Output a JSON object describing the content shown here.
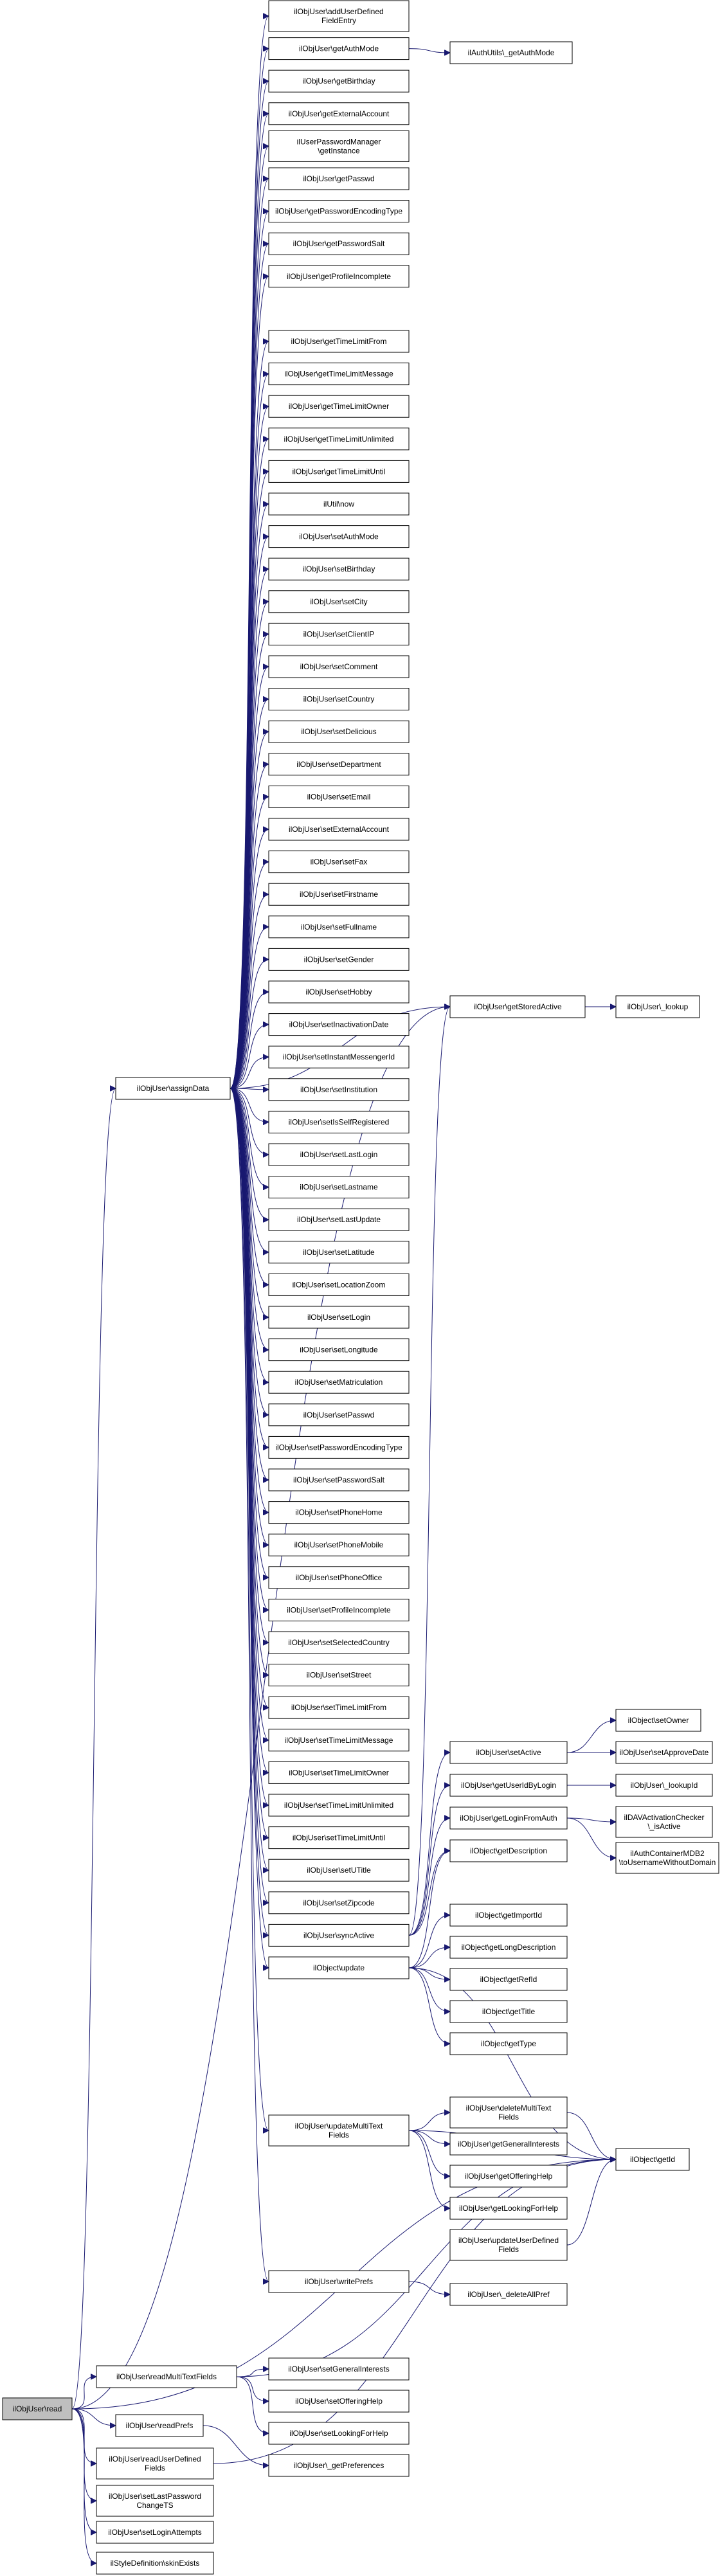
{
  "graph": {
    "nodes": [
      {
        "id": "read",
        "lines": [
          "ilObjUser\\read"
        ],
        "root": true
      },
      {
        "id": "assignData",
        "lines": [
          "ilObjUser\\assignData"
        ]
      },
      {
        "id": "addUserDefinedFieldEntry",
        "lines": [
          "ilObjUser\\addUserDefined",
          "FieldEntry"
        ]
      },
      {
        "id": "getAuthMode",
        "lines": [
          "ilObjUser\\getAuthMode"
        ]
      },
      {
        "id": "authUtils_getAuthMode",
        "lines": [
          "ilAuthUtils\\_getAuthMode"
        ]
      },
      {
        "id": "getBirthday",
        "lines": [
          "ilObjUser\\getBirthday"
        ]
      },
      {
        "id": "getExternalAccount",
        "lines": [
          "ilObjUser\\getExternalAccount"
        ]
      },
      {
        "id": "pwManagerGetInstance",
        "lines": [
          "ilUserPasswordManager",
          "\\getInstance"
        ]
      },
      {
        "id": "getPasswd",
        "lines": [
          "ilObjUser\\getPasswd"
        ]
      },
      {
        "id": "getPasswordEncodingType",
        "lines": [
          "ilObjUser\\getPasswordEncodingType"
        ]
      },
      {
        "id": "getPasswordSalt",
        "lines": [
          "ilObjUser\\getPasswordSalt"
        ]
      },
      {
        "id": "getProfileIncomplete",
        "lines": [
          "ilObjUser\\getProfileIncomplete"
        ]
      },
      {
        "id": "getTimeLimitFrom",
        "lines": [
          "ilObjUser\\getTimeLimitFrom"
        ]
      },
      {
        "id": "getTimeLimitMessage",
        "lines": [
          "ilObjUser\\getTimeLimitMessage"
        ]
      },
      {
        "id": "getTimeLimitOwner",
        "lines": [
          "ilObjUser\\getTimeLimitOwner"
        ]
      },
      {
        "id": "getTimeLimitUnlimited",
        "lines": [
          "ilObjUser\\getTimeLimitUnlimited"
        ]
      },
      {
        "id": "getTimeLimitUntil",
        "lines": [
          "ilObjUser\\getTimeLimitUntil"
        ]
      },
      {
        "id": "utilNow",
        "lines": [
          "ilUtil\\now"
        ]
      },
      {
        "id": "setAuthMode",
        "lines": [
          "ilObjUser\\setAuthMode"
        ]
      },
      {
        "id": "setBirthday",
        "lines": [
          "ilObjUser\\setBirthday"
        ]
      },
      {
        "id": "setCity",
        "lines": [
          "ilObjUser\\setCity"
        ]
      },
      {
        "id": "setClientIP",
        "lines": [
          "ilObjUser\\setClientIP"
        ]
      },
      {
        "id": "setComment",
        "lines": [
          "ilObjUser\\setComment"
        ]
      },
      {
        "id": "setCountry",
        "lines": [
          "ilObjUser\\setCountry"
        ]
      },
      {
        "id": "setDelicious",
        "lines": [
          "ilObjUser\\setDelicious"
        ]
      },
      {
        "id": "setDepartment",
        "lines": [
          "ilObjUser\\setDepartment"
        ]
      },
      {
        "id": "setEmail",
        "lines": [
          "ilObjUser\\setEmail"
        ]
      },
      {
        "id": "setExternalAccount",
        "lines": [
          "ilObjUser\\setExternalAccount"
        ]
      },
      {
        "id": "setFax",
        "lines": [
          "ilObjUser\\setFax"
        ]
      },
      {
        "id": "setFirstname",
        "lines": [
          "ilObjUser\\setFirstname"
        ]
      },
      {
        "id": "setFullname",
        "lines": [
          "ilObjUser\\setFullname"
        ]
      },
      {
        "id": "setGender",
        "lines": [
          "ilObjUser\\setGender"
        ]
      },
      {
        "id": "setHobby",
        "lines": [
          "ilObjUser\\setHobby"
        ]
      },
      {
        "id": "setInactivationDate",
        "lines": [
          "ilObjUser\\setInactivationDate"
        ]
      },
      {
        "id": "setInstantMessengerId",
        "lines": [
          "ilObjUser\\setInstantMessengerId"
        ]
      },
      {
        "id": "setInstitution",
        "lines": [
          "ilObjUser\\setInstitution"
        ]
      },
      {
        "id": "setIsSelfRegistered",
        "lines": [
          "ilObjUser\\setIsSelfRegistered"
        ]
      },
      {
        "id": "setLastLogin",
        "lines": [
          "ilObjUser\\setLastLogin"
        ]
      },
      {
        "id": "setLastname",
        "lines": [
          "ilObjUser\\setLastname"
        ]
      },
      {
        "id": "setLastUpdate",
        "lines": [
          "ilObjUser\\setLastUpdate"
        ]
      },
      {
        "id": "setLatitude",
        "lines": [
          "ilObjUser\\setLatitude"
        ]
      },
      {
        "id": "setLocationZoom",
        "lines": [
          "ilObjUser\\setLocationZoom"
        ]
      },
      {
        "id": "setLogin",
        "lines": [
          "ilObjUser\\setLogin"
        ]
      },
      {
        "id": "setLongitude",
        "lines": [
          "ilObjUser\\setLongitude"
        ]
      },
      {
        "id": "setMatriculation",
        "lines": [
          "ilObjUser\\setMatriculation"
        ]
      },
      {
        "id": "setPasswd",
        "lines": [
          "ilObjUser\\setPasswd"
        ]
      },
      {
        "id": "setPasswordEncodingType",
        "lines": [
          "ilObjUser\\setPasswordEncodingType"
        ]
      },
      {
        "id": "setPasswordSalt",
        "lines": [
          "ilObjUser\\setPasswordSalt"
        ]
      },
      {
        "id": "setPhoneHome",
        "lines": [
          "ilObjUser\\setPhoneHome"
        ]
      },
      {
        "id": "setPhoneMobile",
        "lines": [
          "ilObjUser\\setPhoneMobile"
        ]
      },
      {
        "id": "setPhoneOffice",
        "lines": [
          "ilObjUser\\setPhoneOffice"
        ]
      },
      {
        "id": "setProfileIncomplete",
        "lines": [
          "ilObjUser\\setProfileIncomplete"
        ]
      },
      {
        "id": "setSelectedCountry",
        "lines": [
          "ilObjUser\\setSelectedCountry"
        ]
      },
      {
        "id": "setStreet",
        "lines": [
          "ilObjUser\\setStreet"
        ]
      },
      {
        "id": "setTimeLimitFrom",
        "lines": [
          "ilObjUser\\setTimeLimitFrom"
        ]
      },
      {
        "id": "setTimeLimitMessage",
        "lines": [
          "ilObjUser\\setTimeLimitMessage"
        ]
      },
      {
        "id": "setTimeLimitOwner",
        "lines": [
          "ilObjUser\\setTimeLimitOwner"
        ]
      },
      {
        "id": "setTimeLimitUnlimited",
        "lines": [
          "ilObjUser\\setTimeLimitUnlimited"
        ]
      },
      {
        "id": "setTimeLimitUntil",
        "lines": [
          "ilObjUser\\setTimeLimitUntil"
        ]
      },
      {
        "id": "setUTitle",
        "lines": [
          "ilObjUser\\setUTitle"
        ]
      },
      {
        "id": "setZipcode",
        "lines": [
          "ilObjUser\\setZipcode"
        ]
      },
      {
        "id": "syncActive",
        "lines": [
          "ilObjUser\\syncActive"
        ]
      },
      {
        "id": "objUpdate",
        "lines": [
          "ilObject\\update"
        ]
      },
      {
        "id": "updateMultiTextFields",
        "lines": [
          "ilObjUser\\updateMultiText",
          "Fields"
        ]
      },
      {
        "id": "writePrefs",
        "lines": [
          "ilObjUser\\writePrefs"
        ]
      },
      {
        "id": "getStoredActive",
        "lines": [
          "ilObjUser\\getStoredActive"
        ]
      },
      {
        "id": "_lookup",
        "lines": [
          "ilObjUser\\_lookup"
        ]
      },
      {
        "id": "setActive",
        "lines": [
          "ilObjUser\\setActive"
        ]
      },
      {
        "id": "setOwner",
        "lines": [
          "ilObject\\setOwner"
        ]
      },
      {
        "id": "setApproveDate",
        "lines": [
          "ilObjUser\\setApproveDate"
        ]
      },
      {
        "id": "getUserIdByLogin",
        "lines": [
          "ilObjUser\\getUserIdByLogin"
        ]
      },
      {
        "id": "_lookupId",
        "lines": [
          "ilObjUser\\_lookupId"
        ]
      },
      {
        "id": "getLoginFromAuth",
        "lines": [
          "ilObjUser\\getLoginFromAuth"
        ]
      },
      {
        "id": "davIsActive",
        "lines": [
          "ilDAVActivationChecker",
          "\\_isActive"
        ]
      },
      {
        "id": "toUsernameWithoutDomain",
        "lines": [
          "ilAuthContainerMDB2",
          "\\toUsernameWithoutDomain"
        ]
      },
      {
        "id": "getDescription",
        "lines": [
          "ilObject\\getDescription"
        ]
      },
      {
        "id": "getImportId",
        "lines": [
          "ilObject\\getImportId"
        ]
      },
      {
        "id": "getLongDescription",
        "lines": [
          "ilObject\\getLongDescription"
        ]
      },
      {
        "id": "getRefId",
        "lines": [
          "ilObject\\getRefId"
        ]
      },
      {
        "id": "getTitle",
        "lines": [
          "ilObject\\getTitle"
        ]
      },
      {
        "id": "getType",
        "lines": [
          "ilObject\\getType"
        ]
      },
      {
        "id": "deleteMultiTextFields",
        "lines": [
          "ilObjUser\\deleteMultiText",
          "Fields"
        ]
      },
      {
        "id": "getGeneralInterests",
        "lines": [
          "ilObjUser\\getGeneralInterests"
        ]
      },
      {
        "id": "getOfferingHelp",
        "lines": [
          "ilObjUser\\getOfferingHelp"
        ]
      },
      {
        "id": "getLookingForHelp",
        "lines": [
          "ilObjUser\\getLookingForHelp"
        ]
      },
      {
        "id": "updateUserDefinedFields",
        "lines": [
          "ilObjUser\\updateUserDefined",
          "Fields"
        ]
      },
      {
        "id": "getId",
        "lines": [
          "ilObject\\getId"
        ]
      },
      {
        "id": "_deleteAllPref",
        "lines": [
          "ilObjUser\\_deleteAllPref"
        ]
      },
      {
        "id": "readMultiTextFields",
        "lines": [
          "ilObjUser\\readMultiTextFields"
        ]
      },
      {
        "id": "setGeneralInterests",
        "lines": [
          "ilObjUser\\setGeneralInterests"
        ]
      },
      {
        "id": "setOfferingHelp",
        "lines": [
          "ilObjUser\\setOfferingHelp"
        ]
      },
      {
        "id": "setLookingForHelp",
        "lines": [
          "ilObjUser\\setLookingForHelp"
        ]
      },
      {
        "id": "readPrefs",
        "lines": [
          "ilObjUser\\readPrefs"
        ]
      },
      {
        "id": "_getPreferences",
        "lines": [
          "ilObjUser\\_getPreferences"
        ]
      },
      {
        "id": "readUserDefinedFields",
        "lines": [
          "ilObjUser\\readUserDefined",
          "Fields"
        ]
      },
      {
        "id": "setLastPasswordChangeTS",
        "lines": [
          "ilObjUser\\setLastPassword",
          "ChangeTS"
        ]
      },
      {
        "id": "setLoginAttempts",
        "lines": [
          "ilObjUser\\setLoginAttempts"
        ]
      },
      {
        "id": "skinExists",
        "lines": [
          "ilStyleDefinition\\skinExists"
        ]
      }
    ],
    "edges": [
      [
        "read",
        "assignData"
      ],
      [
        "read",
        "readMultiTextFields"
      ],
      [
        "read",
        "readPrefs"
      ],
      [
        "read",
        "readUserDefinedFields"
      ],
      [
        "read",
        "setLastPasswordChangeTS"
      ],
      [
        "read",
        "setLoginAttempts"
      ],
      [
        "read",
        "skinExists"
      ],
      [
        "read",
        "getId"
      ],
      [
        "read",
        "getStoredActive"
      ],
      [
        "assignData",
        "addUserDefinedFieldEntry"
      ],
      [
        "assignData",
        "getAuthMode"
      ],
      [
        "assignData",
        "getBirthday"
      ],
      [
        "assignData",
        "getExternalAccount"
      ],
      [
        "assignData",
        "pwManagerGetInstance"
      ],
      [
        "assignData",
        "getPasswd"
      ],
      [
        "assignData",
        "getPasswordEncodingType"
      ],
      [
        "assignData",
        "getPasswordSalt"
      ],
      [
        "assignData",
        "getProfileIncomplete"
      ],
      [
        "assignData",
        "getStoredActive"
      ],
      [
        "assignData",
        "getTimeLimitFrom"
      ],
      [
        "assignData",
        "getTimeLimitMessage"
      ],
      [
        "assignData",
        "getTimeLimitOwner"
      ],
      [
        "assignData",
        "getTimeLimitUnlimited"
      ],
      [
        "assignData",
        "getTimeLimitUntil"
      ],
      [
        "assignData",
        "utilNow"
      ],
      [
        "assignData",
        "setAuthMode"
      ],
      [
        "assignData",
        "setBirthday"
      ],
      [
        "assignData",
        "setCity"
      ],
      [
        "assignData",
        "setClientIP"
      ],
      [
        "assignData",
        "setComment"
      ],
      [
        "assignData",
        "setCountry"
      ],
      [
        "assignData",
        "setDelicious"
      ],
      [
        "assignData",
        "setDepartment"
      ],
      [
        "assignData",
        "setEmail"
      ],
      [
        "assignData",
        "setExternalAccount"
      ],
      [
        "assignData",
        "setFax"
      ],
      [
        "assignData",
        "setFirstname"
      ],
      [
        "assignData",
        "setFullname"
      ],
      [
        "assignData",
        "setGender"
      ],
      [
        "assignData",
        "setHobby"
      ],
      [
        "assignData",
        "setInactivationDate"
      ],
      [
        "assignData",
        "setInstantMessengerId"
      ],
      [
        "assignData",
        "setInstitution"
      ],
      [
        "assignData",
        "setIsSelfRegistered"
      ],
      [
        "assignData",
        "setLastLogin"
      ],
      [
        "assignData",
        "setLastname"
      ],
      [
        "assignData",
        "setLastUpdate"
      ],
      [
        "assignData",
        "setLatitude"
      ],
      [
        "assignData",
        "setLocationZoom"
      ],
      [
        "assignData",
        "setLogin"
      ],
      [
        "assignData",
        "setLongitude"
      ],
      [
        "assignData",
        "setMatriculation"
      ],
      [
        "assignData",
        "setPasswd"
      ],
      [
        "assignData",
        "setPasswordEncodingType"
      ],
      [
        "assignData",
        "setPasswordSalt"
      ],
      [
        "assignData",
        "setPhoneHome"
      ],
      [
        "assignData",
        "setPhoneMobile"
      ],
      [
        "assignData",
        "setPhoneOffice"
      ],
      [
        "assignData",
        "setProfileIncomplete"
      ],
      [
        "assignData",
        "setSelectedCountry"
      ],
      [
        "assignData",
        "setStreet"
      ],
      [
        "assignData",
        "setTimeLimitFrom"
      ],
      [
        "assignData",
        "setTimeLimitMessage"
      ],
      [
        "assignData",
        "setTimeLimitOwner"
      ],
      [
        "assignData",
        "setTimeLimitUnlimited"
      ],
      [
        "assignData",
        "setTimeLimitUntil"
      ],
      [
        "assignData",
        "setUTitle"
      ],
      [
        "assignData",
        "setZipcode"
      ],
      [
        "assignData",
        "syncActive"
      ],
      [
        "assignData",
        "objUpdate"
      ],
      [
        "assignData",
        "updateMultiTextFields"
      ],
      [
        "assignData",
        "writePrefs"
      ],
      [
        "getAuthMode",
        "authUtils_getAuthMode"
      ],
      [
        "getStoredActive",
        "_lookup"
      ],
      [
        "syncActive",
        "getStoredActive"
      ],
      [
        "syncActive",
        "setActive"
      ],
      [
        "syncActive",
        "getUserIdByLogin"
      ],
      [
        "syncActive",
        "getLoginFromAuth"
      ],
      [
        "syncActive",
        "getDescription"
      ],
      [
        "setActive",
        "setOwner"
      ],
      [
        "setActive",
        "setApproveDate"
      ],
      [
        "getUserIdByLogin",
        "_lookupId"
      ],
      [
        "getLoginFromAuth",
        "davIsActive"
      ],
      [
        "getLoginFromAuth",
        "toUsernameWithoutDomain"
      ],
      [
        "objUpdate",
        "getDescription"
      ],
      [
        "objUpdate",
        "getImportId"
      ],
      [
        "objUpdate",
        "getLongDescription"
      ],
      [
        "objUpdate",
        "getRefId"
      ],
      [
        "objUpdate",
        "getTitle"
      ],
      [
        "objUpdate",
        "getType"
      ],
      [
        "objUpdate",
        "getId"
      ],
      [
        "updateMultiTextFields",
        "deleteMultiTextFields"
      ],
      [
        "updateMultiTextFields",
        "getGeneralInterests"
      ],
      [
        "updateMultiTextFields",
        "getOfferingHelp"
      ],
      [
        "updateMultiTextFields",
        "getLookingForHelp"
      ],
      [
        "updateMultiTextFields",
        "getId"
      ],
      [
        "deleteMultiTextFields",
        "getId"
      ],
      [
        "updateUserDefinedFields",
        "getId"
      ],
      [
        "writePrefs",
        "_deleteAllPref"
      ],
      [
        "readMultiTextFields",
        "setGeneralInterests"
      ],
      [
        "readMultiTextFields",
        "setOfferingHelp"
      ],
      [
        "readMultiTextFields",
        "setLookingForHelp"
      ],
      [
        "readMultiTextFields",
        "getId"
      ],
      [
        "readPrefs",
        "_getPreferences"
      ],
      [
        "readUserDefinedFields",
        "getId"
      ]
    ]
  }
}
